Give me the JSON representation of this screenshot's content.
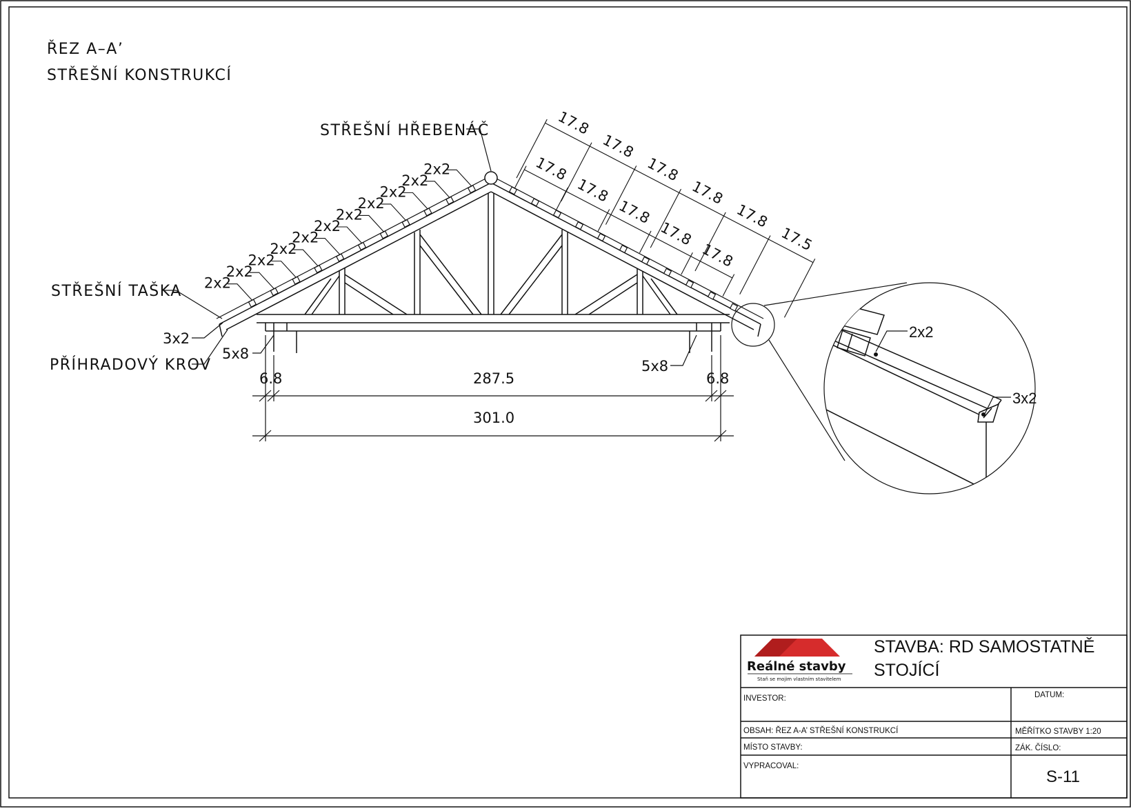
{
  "drawing": {
    "title_line1": "ŘEZ A–A’",
    "title_line2": "STŘEŠNÍ KONSTRUKCÍ",
    "labels": {
      "ridge": "STŘEŠNÍ HŘEBENÁČ",
      "tile": "STŘEŠNÍ TAŠKA",
      "truss": "PŘÍHRADOVÝ KROV",
      "batten_dim": "2x2",
      "counter_dim": "3x2",
      "plate_dim": "5x8"
    },
    "left_batten_labels": [
      "2x2",
      "2x2",
      "2x2",
      "2x2",
      "2x2",
      "2x2",
      "2x2",
      "2x2",
      "2x2",
      "2x2",
      "2x2"
    ],
    "upper_spacing": [
      "17.8",
      "17.8",
      "17.8",
      "17.8",
      "17.8",
      "17.5"
    ],
    "lower_spacing": [
      "17.8",
      "17.8",
      "17.8",
      "17.8",
      "17.8"
    ],
    "bottom_dims": {
      "left": "6.8",
      "middle": "287.5",
      "right": "6.8",
      "total": "301.0"
    },
    "detail_labels": {
      "batten": "2x2",
      "counter": "3x2"
    }
  },
  "title_block": {
    "logo_name": "Reálné stavby",
    "logo_slogan": "Staň se mojim vlastním stavitelem",
    "stavba_line1": "STAVBA: RD SAMOSTATNĚ",
    "stavba_line2": "STOJÍCÍ",
    "investor": "INVESTOR:",
    "datum": "DATUM:",
    "obsah": "OBSAH: ŘEZ A-A’ STŘEŠNÍ KONSTRUKCÍ",
    "meritko": "MĚŘÍTKO STAVBY 1:20",
    "misto": "MÍSTO STAVBY:",
    "zak_cislo": "ZÁK. ČÍSLO:",
    "vypracoval": "VYPRACOVAL:",
    "sheet_code": "S-11"
  },
  "colors": {
    "line": "#111111",
    "logo_red": "#d62c2c",
    "logo_grey": "#9a9a9a"
  }
}
